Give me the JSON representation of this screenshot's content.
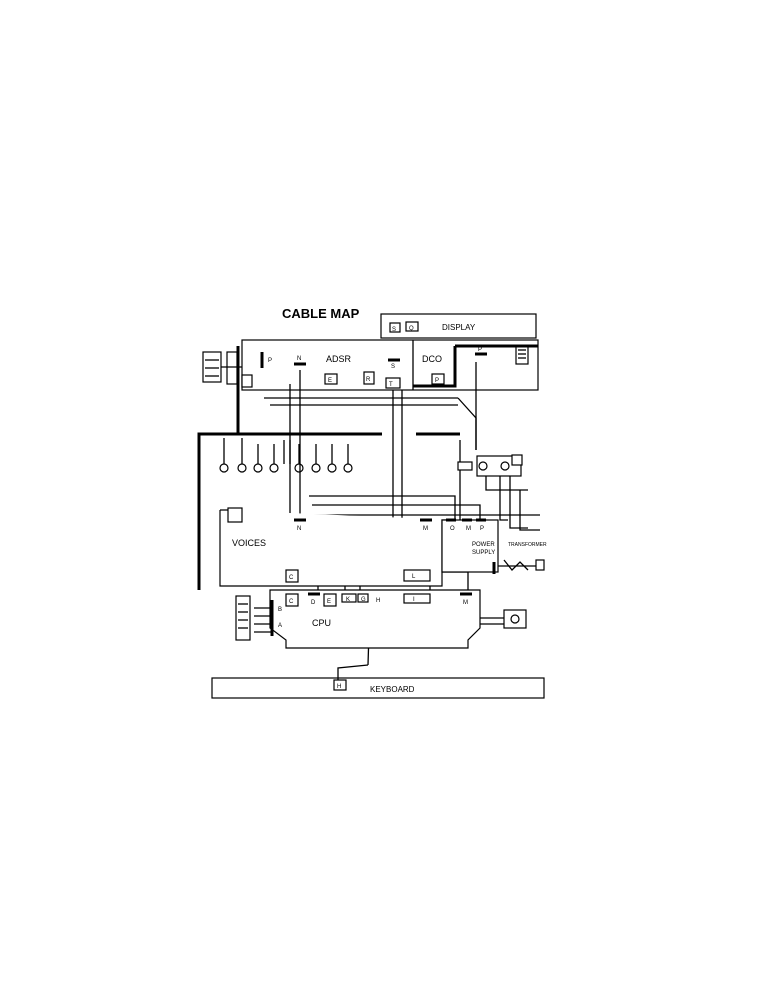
{
  "title": "CABLE MAP",
  "boards": {
    "display": "DISPLAY",
    "adsr": "ADSR",
    "dco": "DCO",
    "voices": "VOICES",
    "cpu": "CPU",
    "power_supply_line1": "POWER",
    "power_supply_line2": "SUPPLY",
    "transformer": "TRANSFORMER",
    "keyboard": "KEYBOARD"
  },
  "connectors": {
    "display_s": "S",
    "display_q": "Q",
    "adsr_p": "P",
    "adsr_n": "N",
    "adsr_e": "E",
    "adsr_s": "S",
    "adsr_r": "R",
    "adsr_t": "T",
    "dco_p": "P",
    "dco_r": "P",
    "voices_n": "N",
    "voices_m": "M",
    "voices_o": "O",
    "voices_m2": "M",
    "voices_p": "P",
    "voices_c": "C",
    "voices_l": "L",
    "cpu_c": "C",
    "cpu_d": "D",
    "cpu_e": "E",
    "cpu_k": "K",
    "cpu_g": "G",
    "cpu_h": "H",
    "cpu_i": "I",
    "cpu_m": "M",
    "cpu_b": "B",
    "cpu_a": "A",
    "keyboard_h": "H"
  }
}
